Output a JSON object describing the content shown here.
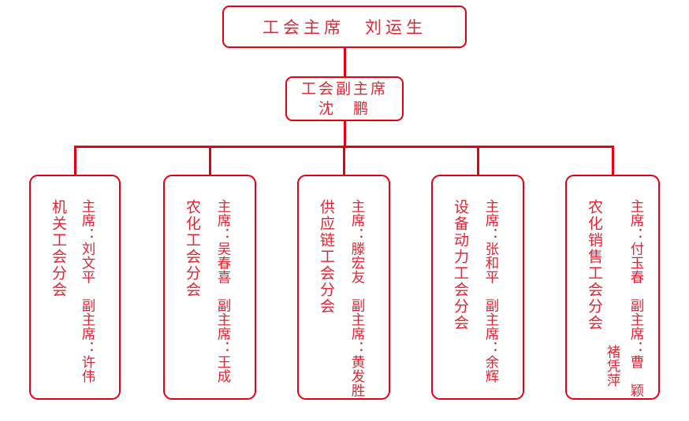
{
  "colors": {
    "accent_red": "#e60012",
    "background": "#ffffff"
  },
  "chart": {
    "type": "org-chart",
    "root": {
      "label": "工会主席　刘运生"
    },
    "vice": {
      "line1": "工会副主席",
      "line2": "沈　鹏"
    },
    "branches": [
      {
        "title": "机关工会分会",
        "info": "主席：刘文平　副主席：许伟"
      },
      {
        "title": "农化工会分会",
        "info": "主席：吴春喜　副主席：王成"
      },
      {
        "title": "供应链工会分会",
        "info": "主席：滕宏友　副主席：黄发胜"
      },
      {
        "title": "设备动力工会分会",
        "info": "主席：张和平　副主席：余辉"
      },
      {
        "title": "农化销售工会分会",
        "info": "主席：付玉春　副主席：曹　颖",
        "info_wrap": "褚凭萍"
      }
    ]
  }
}
